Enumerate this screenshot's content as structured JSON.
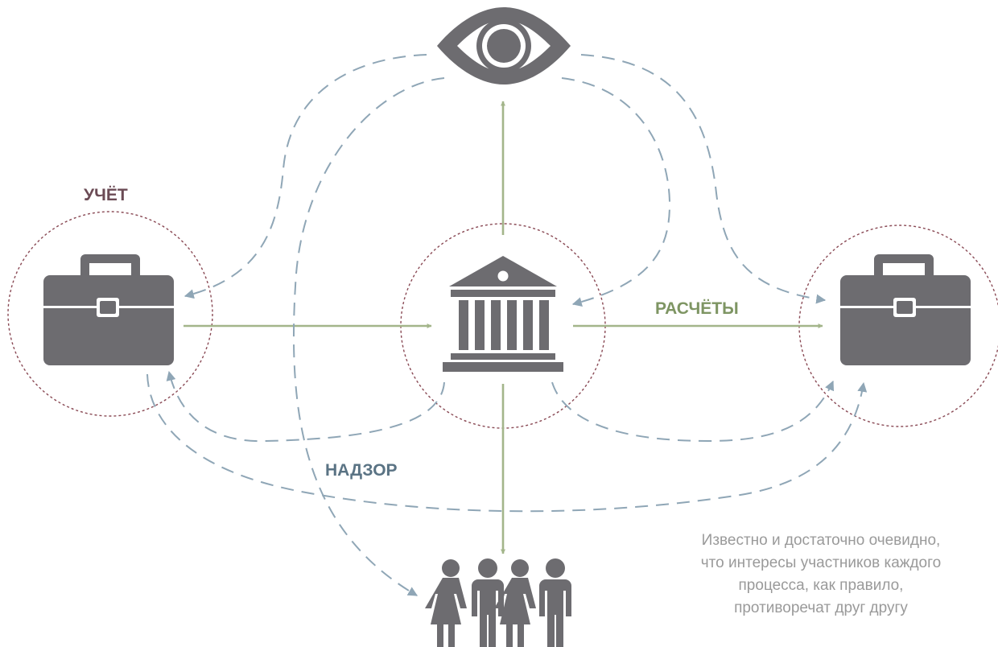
{
  "labels": {
    "accounting": "УЧЁТ",
    "settlements": "РАСЧЁТЫ",
    "supervision": "НАДЗОР"
  },
  "caption": {
    "lines": [
      "Известно и достаточно очевидно,",
      "что интересы участников каждого",
      "процесса, как правило,",
      "противоречат друг другу"
    ]
  },
  "nodes": [
    {
      "id": "observer",
      "icon": "eye-icon"
    },
    {
      "id": "bank",
      "icon": "bank-icon"
    },
    {
      "id": "company-left",
      "icon": "briefcase-icon"
    },
    {
      "id": "company-right",
      "icon": "briefcase-icon"
    },
    {
      "id": "people",
      "icon": "people-icon"
    }
  ],
  "colors": {
    "icon": "#6d6c70",
    "circle": "#8a4a55",
    "arrow_green": "#a3b58a",
    "arrow_dashed": "#8fa6b6",
    "label_accounting": "#6b4b55",
    "label_settlements": "#7e9563",
    "label_supervision": "#5a7384",
    "caption": "#9a9a9a"
  }
}
